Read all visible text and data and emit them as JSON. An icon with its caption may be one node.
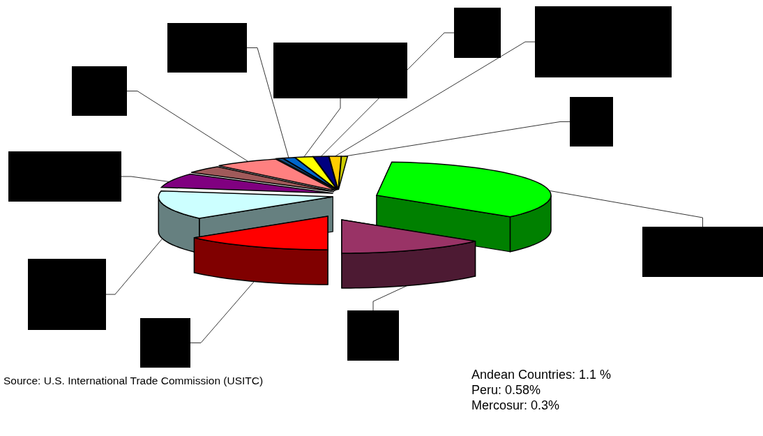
{
  "diagram": {
    "nodes": [
      {
        "text": [],
        "shape": "box"
      },
      {
        "text": [],
        "shape": "box"
      },
      {
        "text": [],
        "shape": "box"
      },
      {
        "text": [],
        "shape": "box"
      },
      {
        "text": [],
        "shape": "box"
      },
      {
        "text": [],
        "shape": "box"
      },
      {
        "text": [],
        "shape": "box"
      },
      {
        "text": [],
        "shape": "box"
      },
      {
        "text": [],
        "shape": "box"
      },
      {
        "text": [],
        "shape": "box"
      },
      {
        "text": [],
        "shape": "box"
      },
      {
        "text": [],
        "shape": "wedge"
      },
      {
        "text": [],
        "shape": "wedge"
      },
      {
        "text": [],
        "shape": "wedge"
      },
      {
        "text": [],
        "shape": "wedge"
      },
      {
        "text": [],
        "shape": "wedge"
      },
      {
        "text": [],
        "shape": "wedge"
      },
      {
        "text": [],
        "shape": "wedge"
      },
      {
        "text": [],
        "shape": "wedge"
      },
      {
        "text": [],
        "shape": "wedge"
      },
      {
        "text": [],
        "shape": "wedge"
      },
      {
        "text": [],
        "shape": "wedge"
      },
      {
        "text": [],
        "shape": "wedge"
      },
      {
        "text": [],
        "shape": "wedge"
      }
    ],
    "edges": [
      {
        "from": 0,
        "to": 19,
        "arrow": "none"
      },
      {
        "from": 1,
        "to": 18,
        "arrow": "none"
      },
      {
        "from": 2,
        "to": 16,
        "arrow": "none"
      },
      {
        "from": 3,
        "to": 17,
        "arrow": "none"
      },
      {
        "from": 4,
        "to": 14,
        "arrow": "none"
      },
      {
        "from": 5,
        "to": 20,
        "arrow": "none"
      },
      {
        "from": 6,
        "to": 12,
        "arrow": "none"
      },
      {
        "from": 7,
        "to": 23,
        "arrow": "none"
      },
      {
        "from": 8,
        "to": 11,
        "arrow": "none"
      },
      {
        "from": 9,
        "to": 22,
        "arrow": "none"
      },
      {
        "from": 10,
        "to": 21,
        "arrow": "none"
      }
    ],
    "labels": [
      "Source: U.S. International Trade Commission (USITC)",
      "Andean Countries: 1.1 %",
      "Peru: 0.58%",
      "Mercosur: 0.3%"
    ]
  }
}
